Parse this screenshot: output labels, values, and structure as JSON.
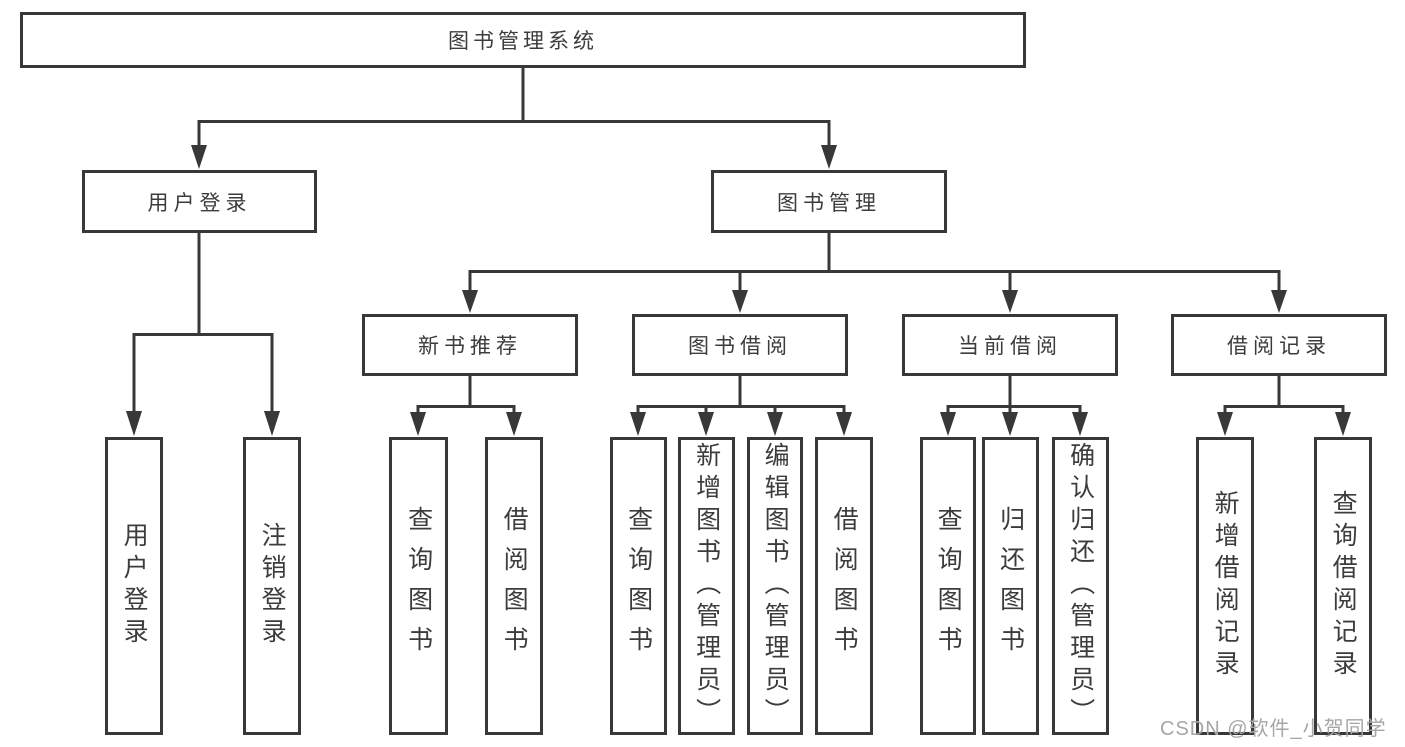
{
  "diagram_type": "functional-structure-tree",
  "colors": {
    "line": "#383838",
    "text": "#3c3c3c",
    "watermark_text": "#a6a6a6",
    "background": "#ffffff"
  },
  "tree": {
    "root": {
      "label": "图书管理系统",
      "children": [
        {
          "label": "用户登录",
          "children": [
            {
              "label": "用户登录"
            },
            {
              "label": "注销登录"
            }
          ]
        },
        {
          "label": "图书管理",
          "children": [
            {
              "label": "新书推荐",
              "children": [
                {
                  "label": "查询图书"
                },
                {
                  "label": "借阅图书"
                }
              ]
            },
            {
              "label": "图书借阅",
              "children": [
                {
                  "label": "查询图书"
                },
                {
                  "label": "新增图书（管理员）"
                },
                {
                  "label": "编辑图书（管理员）"
                },
                {
                  "label": "借阅图书"
                }
              ]
            },
            {
              "label": "当前借阅",
              "children": [
                {
                  "label": "查询图书"
                },
                {
                  "label": "归还图书"
                },
                {
                  "label": "确认归还（管理员）"
                }
              ]
            },
            {
              "label": "借阅记录",
              "children": [
                {
                  "label": "新增借阅记录"
                },
                {
                  "label": "查询借阅记录"
                }
              ]
            }
          ]
        }
      ]
    }
  },
  "watermark": "CSDN @软件_小贺同学"
}
